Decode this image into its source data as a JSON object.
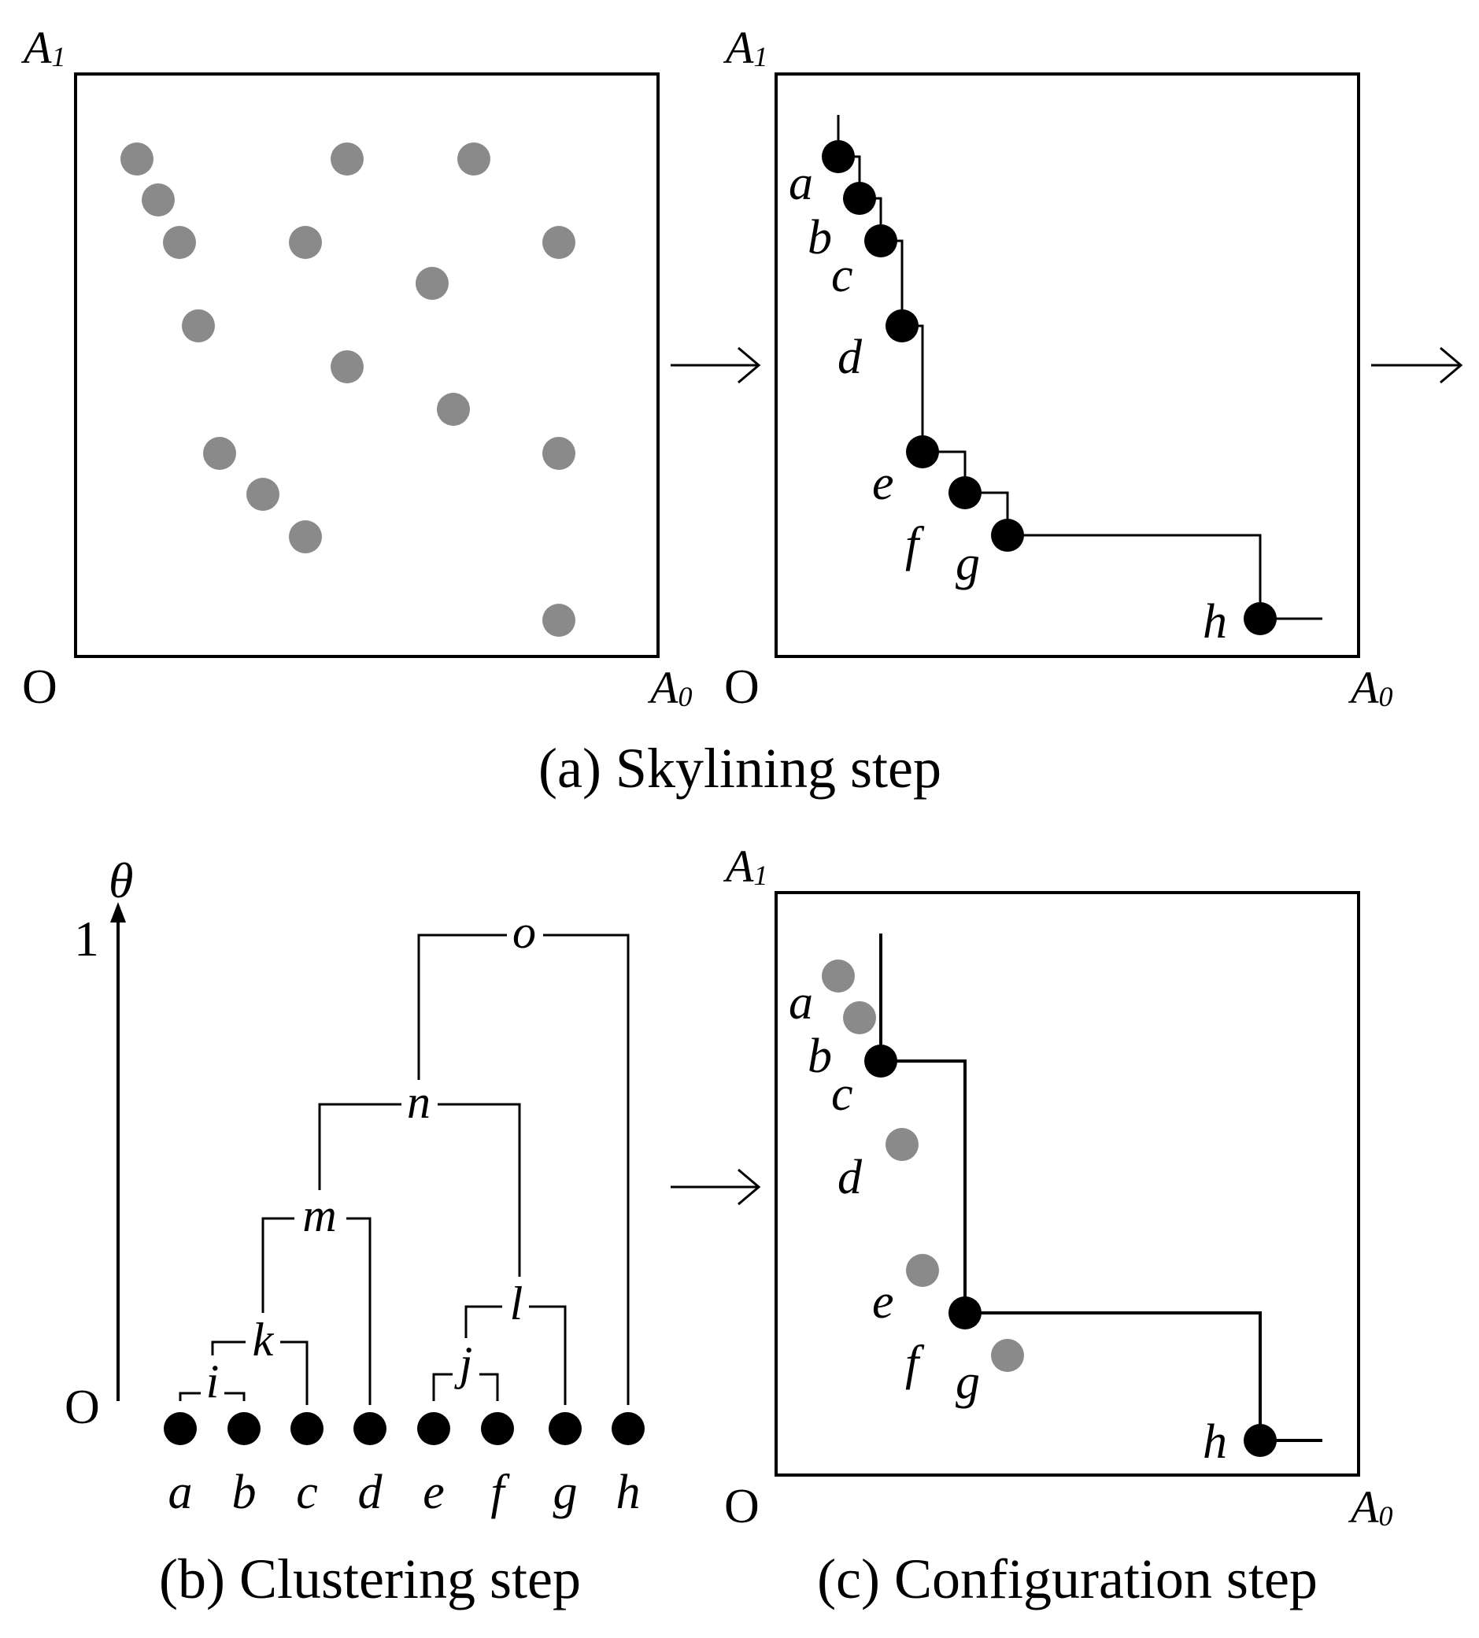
{
  "colors": {
    "ink": "#000000",
    "gray": "#8a8a8a",
    "background": "#ffffff"
  },
  "panel_a": {
    "caption": "(a) Skylining step",
    "left_plot": {
      "y_axis_label": "A",
      "y_axis_sub": "1",
      "origin_label": "O",
      "x_axis_label": "A",
      "x_axis_sub": "0"
    },
    "right_plot": {
      "y_axis_label": "A",
      "y_axis_sub": "1",
      "origin_label": "O",
      "x_axis_label": "A",
      "x_axis_sub": "0",
      "point_labels": [
        "a",
        "b",
        "c",
        "d",
        "e",
        "f",
        "g",
        "h"
      ]
    }
  },
  "panel_b": {
    "caption": "(b) Clustering step",
    "axis_label": "θ",
    "axis_top_tick": "1",
    "origin_label": "O",
    "leaf_labels": [
      "a",
      "b",
      "c",
      "d",
      "e",
      "f",
      "g",
      "h"
    ],
    "merge_labels": {
      "i": "i",
      "j": "j",
      "k": "k",
      "l": "l",
      "m": "m",
      "n": "n",
      "o": "o"
    }
  },
  "panel_c": {
    "caption": "(c) Configuration step",
    "y_axis_label": "A",
    "y_axis_sub": "1",
    "origin_label": "O",
    "x_axis_label": "A",
    "x_axis_sub": "0",
    "point_labels": [
      "a",
      "b",
      "c",
      "d",
      "e",
      "f",
      "g",
      "h"
    ],
    "kept_points": [
      "c",
      "f",
      "h"
    ]
  }
}
